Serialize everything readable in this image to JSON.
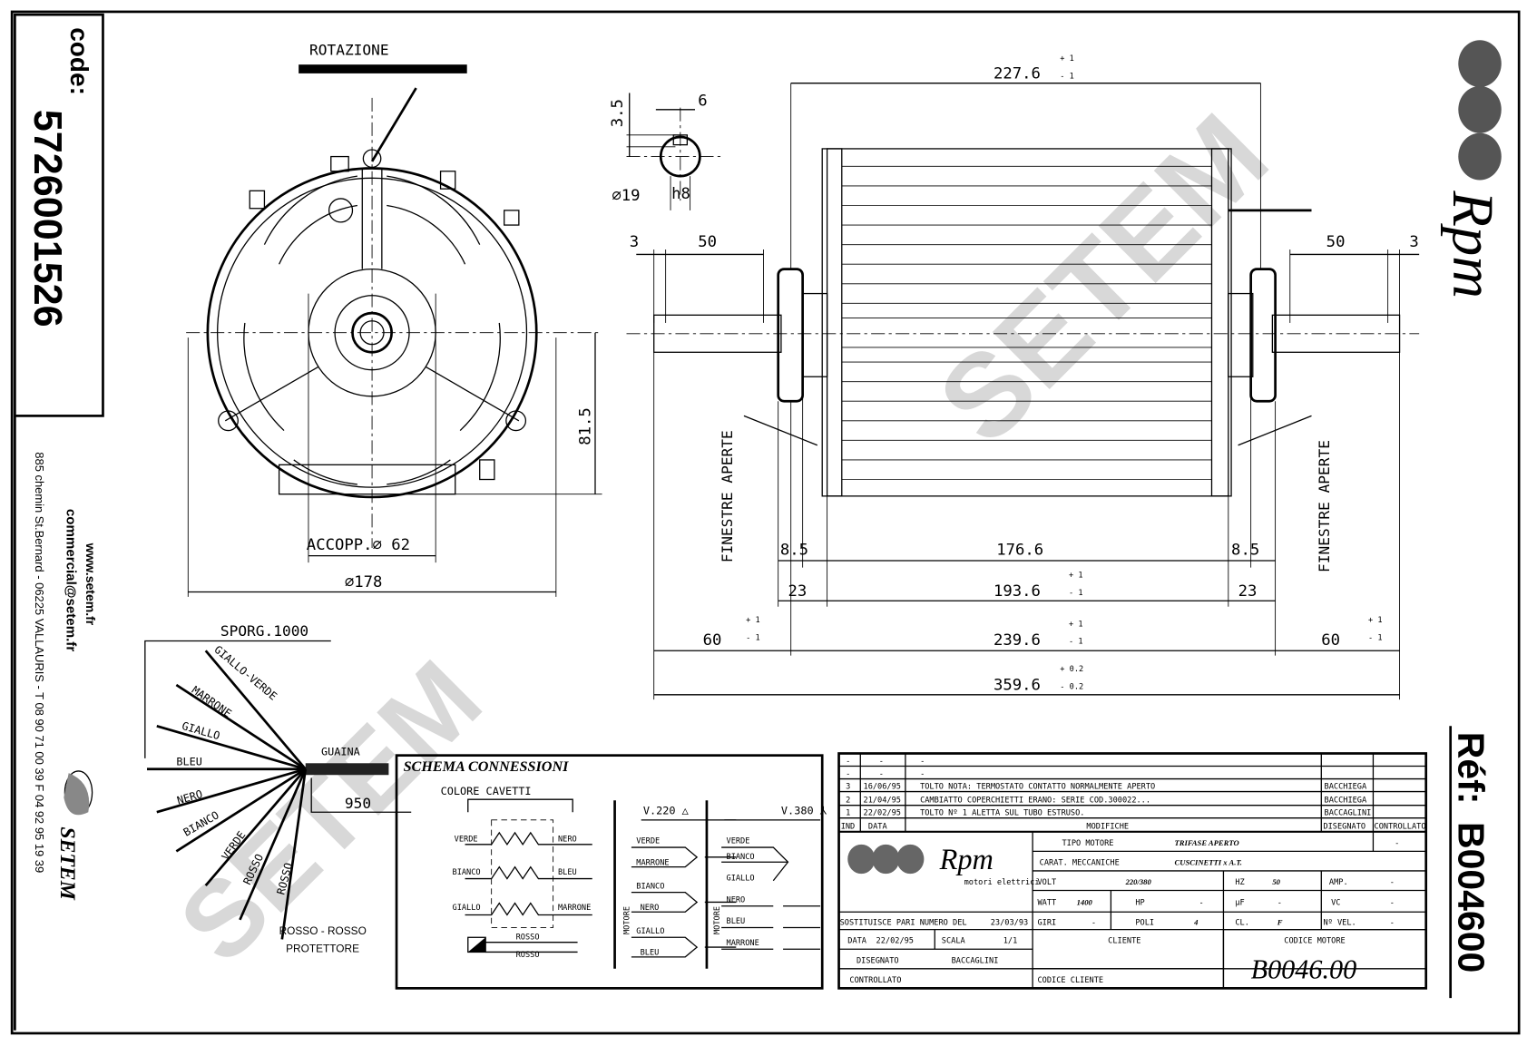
{
  "left_panel": {
    "code_label": "code:",
    "code_value": "5726001526",
    "website": "www.setem.fr",
    "email": "commercial@setem.fr",
    "address": "885 chemin St.Bernard - 06225 VALLAURIS - T 08 90 71 00 39  F 04 92 95 19 39",
    "brand": "SETEM"
  },
  "right_panel": {
    "logo_text": "Rpm",
    "ref_label": "Réf:",
    "ref_value": "B004600"
  },
  "watermark": "SETEM",
  "end_view": {
    "rotation_label": "ROTAZIONE",
    "dim_815": "81.5",
    "coupling": "ACCOPP.⌀ 62",
    "diameter": "⌀178"
  },
  "shaft_detail": {
    "d35": "3.5",
    "d6": "6",
    "d19": "⌀19",
    "tol": "h8"
  },
  "side_view": {
    "overall_top": "227.6",
    "tol_plus1": "+ 1",
    "tol_minus1": "- 1",
    "left_3": "3",
    "left_50": "50",
    "right_50": "50",
    "right_3": "3",
    "windows_left": "FINESTRE APERTE",
    "windows_right": "FINESTRE APERTE",
    "d85_left": "8.5",
    "d1766": "176.6",
    "d85_right": "8.5",
    "d23_left": "23",
    "d1936": "193.6",
    "d23_right": "23",
    "d60_left": "60",
    "d2396": "239.6",
    "d60_right": "60",
    "d3596": "359.6",
    "tol_plus02": "+ 0.2",
    "tol_minus02": "- 0.2"
  },
  "wires": {
    "length_label": "SPORG.1000",
    "sheath_label": "GUAINA",
    "sheath_length": "950",
    "protector": [
      "ROSSO - ROSSO",
      "PROTETTORE"
    ],
    "items": [
      "GIALLO-VERDE",
      "MARRONE",
      "GIALLO",
      "BLEU",
      "NERO",
      "BIANCO",
      "VERDE",
      "ROSSO",
      "ROSSO"
    ]
  },
  "schema": {
    "title": "SCHEMA CONNESSIONI",
    "colors_title": "COLORE CAVETTI",
    "left_labels": [
      "VERDE",
      "BIANCO",
      "GIALLO"
    ],
    "right_labels": [
      "NERO",
      "BLEU",
      "MARRONE"
    ],
    "rosso_top": "ROSSO",
    "rosso_bottom": "ROSSO",
    "v220_title": "V.220 △",
    "v220_pairs": [
      [
        "VERDE",
        "MARRONE"
      ],
      [
        "BIANCO",
        "NERO"
      ],
      [
        "GIALLO",
        "BLEU"
      ]
    ],
    "v380_title": "V.380 ⅄",
    "v380_star": [
      "VERDE",
      "BIANCO",
      "GIALLO"
    ],
    "v380_lines": [
      "NERO",
      "BLEU",
      "MARRONE"
    ],
    "motor_label": "MOTORE"
  },
  "title_block": {
    "revisions": [
      {
        "ind": "-",
        "data": "-",
        "text": "-",
        "dis": "",
        "con": ""
      },
      {
        "ind": "-",
        "data": "-",
        "text": "-",
        "dis": "",
        "con": ""
      },
      {
        "ind": "3",
        "data": "16/06/95",
        "text": "TOLTO NOTA: TERMOSTATO CONTATTO NORMALMENTE APERTO",
        "dis": "BACCHIEGA",
        "con": ""
      },
      {
        "ind": "2",
        "data": "21/04/95",
        "text": "CAMBIATTO COPERCHIETTI ERANO: SERIE COD.300022...",
        "dis": "BACCHIEGA",
        "con": ""
      },
      {
        "ind": "1",
        "data": "22/02/95",
        "text": "TOLTO Nº 1 ALETTA SUL TUBO ESTRUSO.",
        "dis": "BACCAGLINI",
        "con": ""
      }
    ],
    "header": {
      "ind": "IND",
      "data": "DATA",
      "modifiche": "MODIFICHE",
      "disegnato": "DISEGNATO",
      "controllato": "CONTROLLATO"
    },
    "logo_text": "Rpm",
    "logo_sub": "motori elettrici",
    "tipo_motore_label": "TIPO MOTORE",
    "tipo_motore": "TRIFASE APERTO",
    "tipo_extra": "-",
    "carat_label": "CARAT. MECCANICHE",
    "carat": "CUSCINETTI x A.T.",
    "volt_label": "VOLT",
    "volt": "220/380",
    "hz_label": "HZ",
    "hz": "50",
    "amp_label": "AMP.",
    "amp": "-",
    "watt_label": "WATT",
    "watt": "1400",
    "hp_label": "HP",
    "hp": "-",
    "uf_label": "µF",
    "uf": "-",
    "vc_label": "VC",
    "vc": "-",
    "giri_label": "GIRI",
    "giri": "-",
    "poli_label": "POLI",
    "poli": "4",
    "cl_label": "CL.",
    "cl": "F",
    "vel_label": "Nº VEL.",
    "vel": "-",
    "sostituisce": "SOSTITUISCE PARI NUMERO DEL",
    "sostituisce_date": "23/03/93",
    "data_label": "DATA",
    "data": "22/02/95",
    "scala_label": "SCALA",
    "scala": "1/1",
    "disegnato_label": "DISEGNATO",
    "disegnato": "BACCAGLINI",
    "controllato_label": "CONTROLLATO",
    "cliente_label": "CLIENTE",
    "codice_cliente_label": "CODICE CLIENTE",
    "codice_motore_label": "CODICE MOTORE",
    "codice_motore": "B0046.00"
  }
}
